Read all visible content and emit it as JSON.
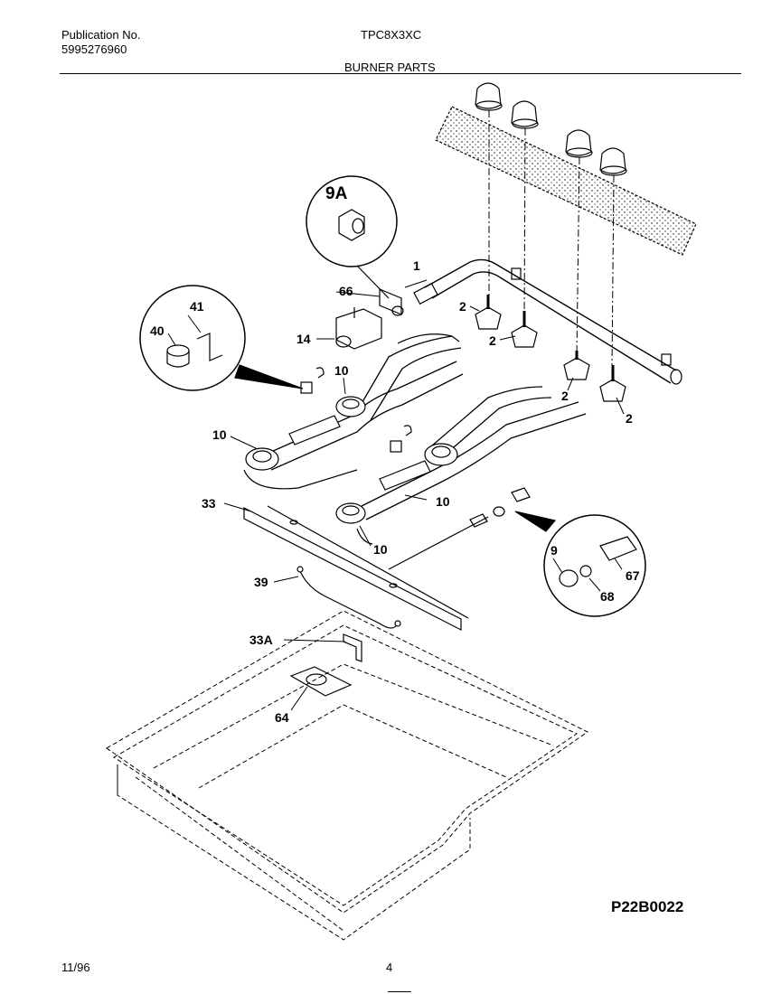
{
  "header": {
    "publication_label": "Publication No.",
    "publication_number": "5995276960",
    "model": "TPC8X3XC",
    "section_title": "BURNER PARTS"
  },
  "callouts": {
    "c9A": "9A",
    "c1": "1",
    "c66": "66",
    "c41": "41",
    "c40": "40",
    "c14": "14",
    "c10a": "10",
    "c10b": "10",
    "c10c": "10",
    "c10d": "10",
    "c2a": "2",
    "c2b": "2",
    "c2c": "2",
    "c2d": "2",
    "c33": "33",
    "c39": "39",
    "c33A": "33A",
    "c64": "64",
    "c9": "9",
    "c67": "67",
    "c68": "68"
  },
  "figure_code": "P22B0022",
  "footer": {
    "date": "11/96",
    "page": "4"
  }
}
